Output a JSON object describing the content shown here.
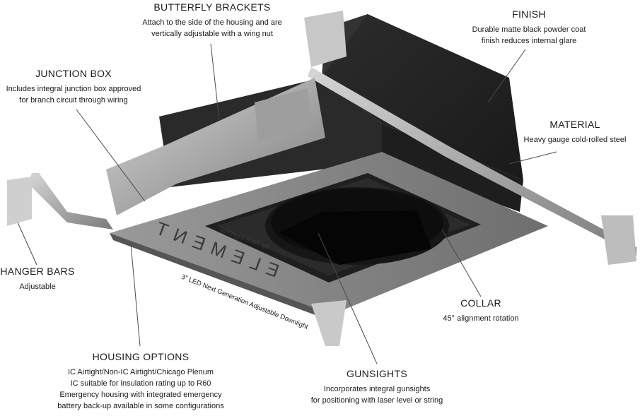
{
  "callouts": {
    "butterfly_brackets": {
      "title": "BUTTERFLY BRACKETS",
      "desc": [
        "Attach to the side of the housing and are",
        "vertically adjustable with a wing nut"
      ]
    },
    "finish": {
      "title": "FINISH",
      "desc": [
        "Durable matte black powder coat",
        "finish reduces internal glare"
      ]
    },
    "junction_box": {
      "title": "JUNCTION BOX",
      "desc": [
        "Includes integral junction box approved",
        "for branch circuit through wiring"
      ]
    },
    "material": {
      "title": "MATERIAL",
      "desc": [
        "Heavy gauge cold-rolled steel"
      ]
    },
    "hanger_bars": {
      "title": "HANGER BARS",
      "desc": [
        "Adjustable"
      ]
    },
    "collar": {
      "title": "COLLAR",
      "desc": [
        "45° alignment rotation"
      ]
    },
    "housing_options": {
      "title": "HOUSING OPTIONS",
      "desc": [
        "IC Airtight/Non-IC Airtight/Chicago Plenum",
        "IC suitable for insulation rating up to R60",
        "Emergency housing with integrated emergency",
        "battery back-up available in some configurations"
      ]
    },
    "gunsights": {
      "title": "GUNSIGHTS",
      "desc": [
        "Incorporates integral gunsights",
        "for positioning with laser level or string"
      ]
    }
  },
  "product": {
    "brand": "ELEMENT",
    "byline": "by Tech Lighting",
    "caption": "3\" LED Next Generation Adjustable Downlight"
  }
}
